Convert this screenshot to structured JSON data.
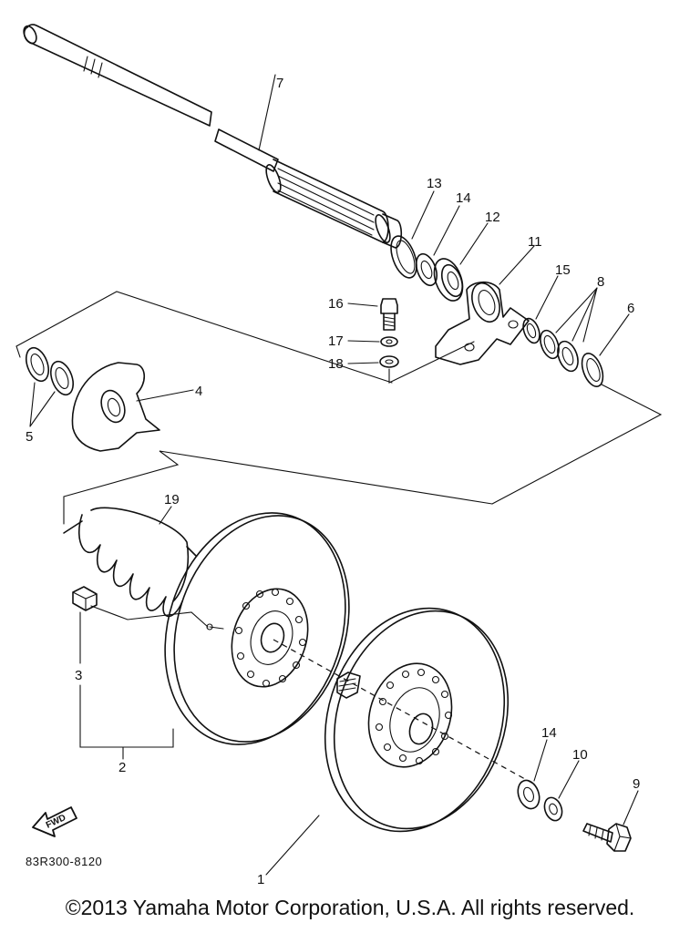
{
  "diagram": {
    "part_code": "83R300-8120",
    "fwd_label": "FWD",
    "callouts": [
      {
        "id": "c1",
        "text": "1"
      },
      {
        "id": "c2",
        "text": "2"
      },
      {
        "id": "c3",
        "text": "3"
      },
      {
        "id": "c4",
        "text": "4"
      },
      {
        "id": "c5",
        "text": "5"
      },
      {
        "id": "c6",
        "text": "6"
      },
      {
        "id": "c7",
        "text": "7"
      },
      {
        "id": "c8",
        "text": "8"
      },
      {
        "id": "c9",
        "text": "9"
      },
      {
        "id": "c10",
        "text": "10"
      },
      {
        "id": "c11",
        "text": "11"
      },
      {
        "id": "c12",
        "text": "12"
      },
      {
        "id": "c13",
        "text": "13"
      },
      {
        "id": "c14a",
        "text": "14"
      },
      {
        "id": "c14b",
        "text": "14"
      },
      {
        "id": "c15",
        "text": "15"
      },
      {
        "id": "c16",
        "text": "16"
      },
      {
        "id": "c17",
        "text": "17"
      },
      {
        "id": "c18",
        "text": "18"
      },
      {
        "id": "c19",
        "text": "19"
      }
    ]
  },
  "copyright": "©2013 Yamaha Motor Corporation, U.S.A. All rights reserved."
}
